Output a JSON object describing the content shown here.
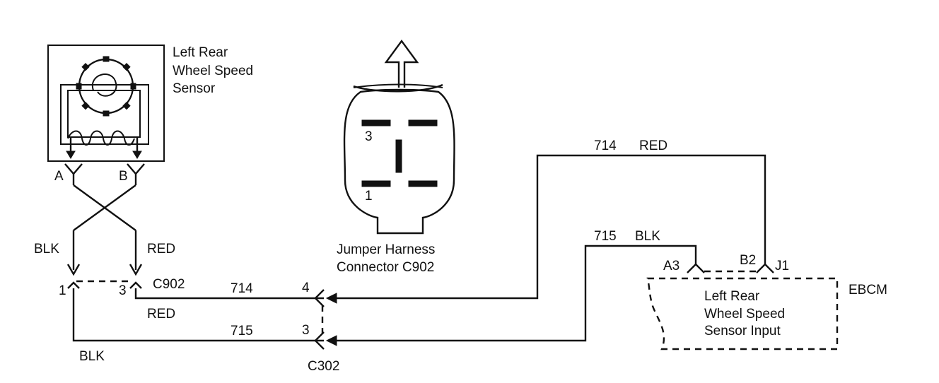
{
  "sensor": {
    "title_line1": "Left Rear",
    "title_line2": "Wheel Speed",
    "title_line3": "Sensor",
    "pin_a": "A",
    "pin_b": "B"
  },
  "wires": {
    "left_blk": "BLK",
    "left_red": "RED",
    "lower_red": "RED",
    "lower_blk": "BLK",
    "circuit_714_lower": "714",
    "circuit_715_lower": "715",
    "circuit_714_upper": "714",
    "color_714_upper": "RED",
    "circuit_715_upper": "715",
    "color_715_upper": "BLK"
  },
  "c902": {
    "pin_1": "1",
    "pin_3": "3",
    "label": "C902",
    "face_pin_3": "3",
    "face_pin_1": "1",
    "caption_line1": "Jumper Harness",
    "caption_line2": "Connector C902"
  },
  "c302": {
    "pin_4": "4",
    "pin_3": "3",
    "label": "C302"
  },
  "ebcm": {
    "pin_a3": "A3",
    "pin_b2": "B2",
    "connector_j1": "J1",
    "label": "EBCM",
    "input_line1": "Left Rear",
    "input_line2": "Wheel Speed",
    "input_line3": "Sensor Input"
  }
}
